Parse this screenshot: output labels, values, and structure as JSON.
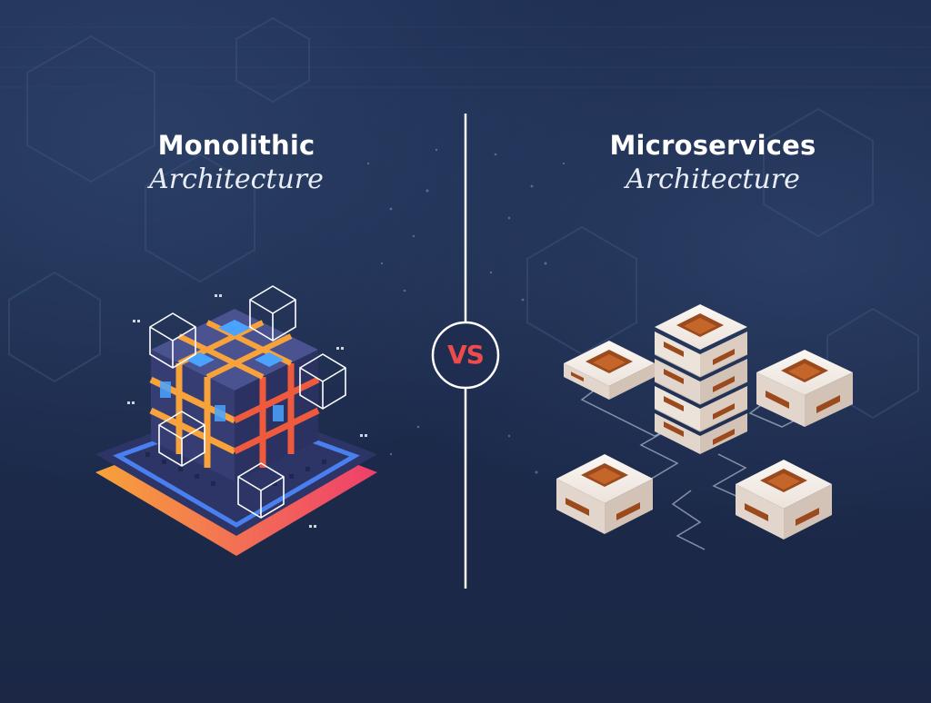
{
  "left": {
    "title": "Monolithic",
    "subtitle": "Architecture"
  },
  "right": {
    "title": "Microservices",
    "subtitle": "Architecture"
  },
  "vs": "VS",
  "colors": {
    "background": "#1d2b4e",
    "divider": "#ffffff",
    "vs_accent": "#ef4b4b",
    "cube_body": "#3b4478",
    "cube_glow": "#4aa3ff",
    "cube_frame": "#f7a23b",
    "cube_core": "#f05a3c",
    "platform_blue": "#4a7ff0",
    "platform_pink": "#ef3f6c",
    "server_shell": "#f3ece6",
    "server_port": "#9a4a1c"
  },
  "icons": [
    "monolith-cube-icon",
    "microservice-server-icon",
    "connection-line-icon"
  ]
}
